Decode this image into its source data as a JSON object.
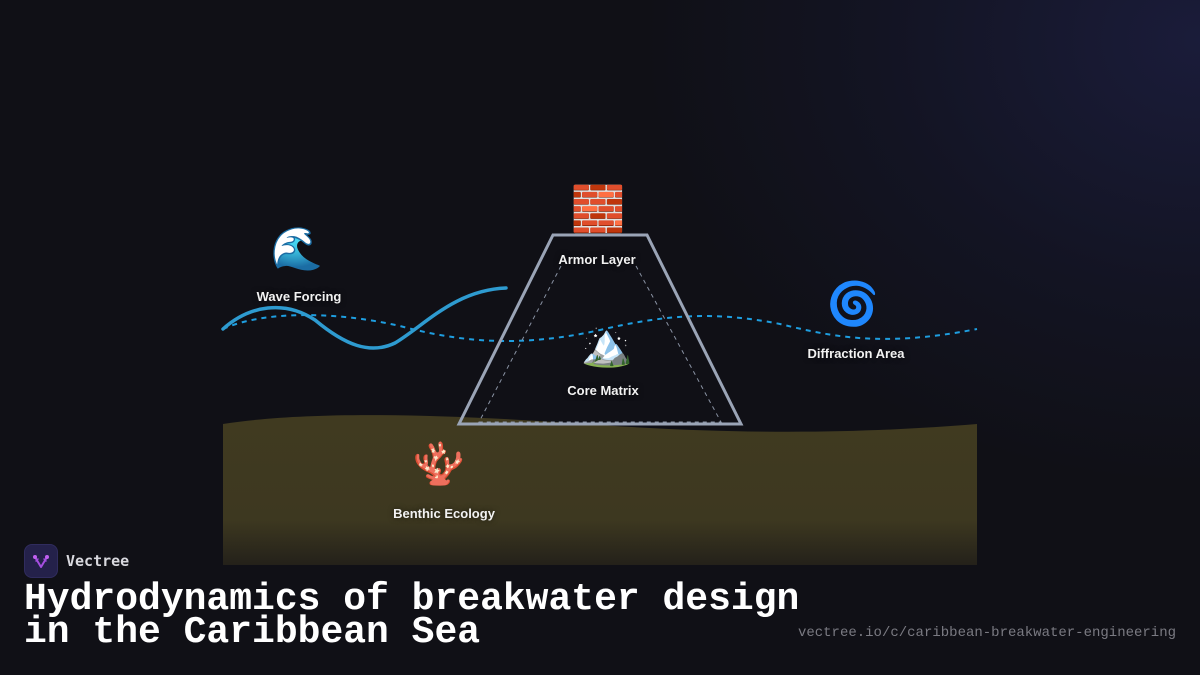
{
  "diagram": {
    "nodes": [
      {
        "id": "armor",
        "label": "Armor Layer",
        "icon": "brick-icon",
        "glyph": "🧱"
      },
      {
        "id": "wave",
        "label": "Wave Forcing",
        "icon": "water-wave-icon",
        "glyph": "🌊"
      },
      {
        "id": "core",
        "label": "Core Matrix",
        "icon": "snow-capped-mountain-icon",
        "glyph": "🏔️"
      },
      {
        "id": "diffraction",
        "label": "Diffraction Area",
        "icon": "cyclone-icon",
        "glyph": "🌀"
      },
      {
        "id": "benthic",
        "label": "Benthic Ecology",
        "icon": "coral-icon",
        "glyph": "🪸"
      }
    ],
    "colors": {
      "background": "#101016",
      "wave_line": "#2e9bd0",
      "dashed_wave": "#1e9ee0",
      "breakwater_outline": "#9aa4b6",
      "seabed": "#3f3a20",
      "label": "#f2f2f2"
    }
  },
  "brand": {
    "name": "Vectree",
    "logo_icon": "vectree-logo-icon",
    "logo_color": "#a44ee0"
  },
  "title": {
    "line1": "Hydrodynamics of breakwater design",
    "line2": "in the Caribbean Sea"
  },
  "footer": {
    "url": "vectree.io/c/caribbean-breakwater-engineering"
  }
}
